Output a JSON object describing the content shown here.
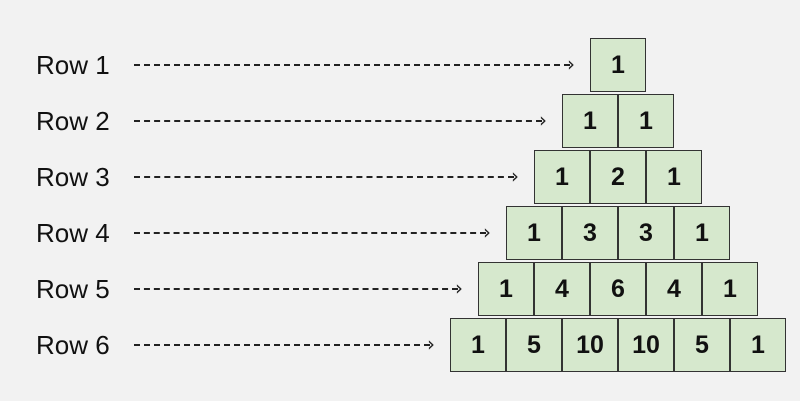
{
  "colors": {
    "background": "#f2f2f2",
    "cell_fill": "#d6e8cd",
    "cell_border": "#333333",
    "text": "#111111",
    "arrow": "#222222"
  },
  "rows": [
    {
      "label": "Row 1",
      "values": [
        "1"
      ]
    },
    {
      "label": "Row 2",
      "values": [
        "1",
        "1"
      ]
    },
    {
      "label": "Row 3",
      "values": [
        "1",
        "2",
        "1"
      ]
    },
    {
      "label": "Row 4",
      "values": [
        "1",
        "3",
        "3",
        "1"
      ]
    },
    {
      "label": "Row 5",
      "values": [
        "1",
        "4",
        "6",
        "4",
        "1"
      ]
    },
    {
      "label": "Row 6",
      "values": [
        "1",
        "5",
        "10",
        "10",
        "5",
        "1"
      ]
    }
  ]
}
